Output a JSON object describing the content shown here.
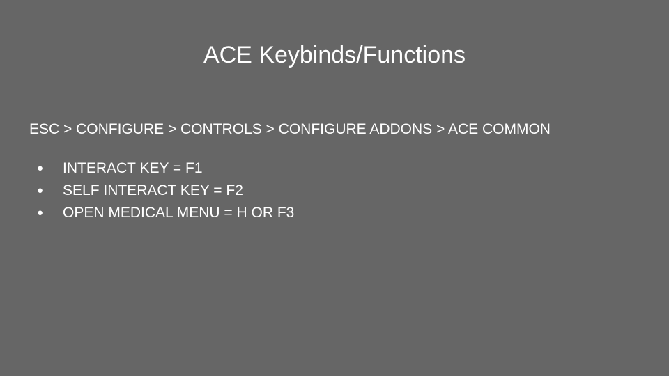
{
  "slide": {
    "title": "ACE Keybinds/Functions",
    "path": "ESC > CONFIGURE > CONTROLS > CONFIGURE ADDONS > ACE COMMON",
    "bullet_glyph": "●",
    "items": [
      {
        "text": "INTERACT KEY = F1"
      },
      {
        "text": "SELF INTERACT KEY = F2"
      },
      {
        "text": "OPEN MEDICAL MENU = H OR F3"
      }
    ]
  },
  "colors": {
    "background": "#666666",
    "text": "#ffffff"
  }
}
